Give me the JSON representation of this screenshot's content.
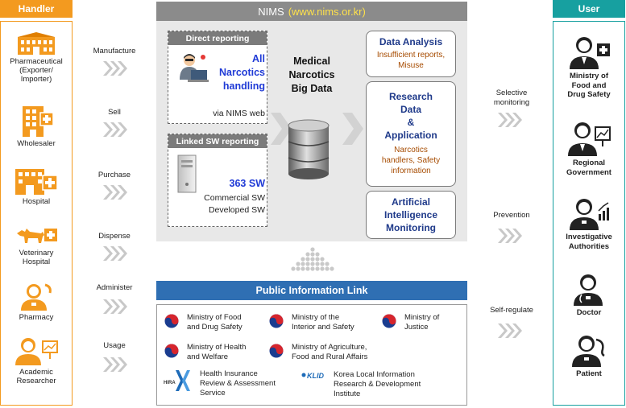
{
  "handler": {
    "title": "Handler",
    "items": [
      {
        "label": "Pharmaceutical\n(Exporter/\nImporter)"
      },
      {
        "label": "Wholesaler"
      },
      {
        "label": "Hospital"
      },
      {
        "label": "Veterinary\nHospital"
      },
      {
        "label": "Pharmacy"
      },
      {
        "label": "Academic\nResearcher"
      }
    ]
  },
  "handler_arrows": [
    "Manufacture",
    "Sell",
    "Purchase",
    "Dispense",
    "Administer",
    "Usage"
  ],
  "nims": {
    "title": "NIMS",
    "url": "(www.nims.or.kr)",
    "direct": {
      "heading": "Direct reporting",
      "main": "All\nNarcotics\nhandling",
      "sub": "via NIMS web"
    },
    "linked": {
      "heading": "Linked SW reporting",
      "main": "363 SW",
      "sub": "Commercial SW\nDeveloped SW"
    },
    "center_title": "Medical\nNarcotics\nBig Data",
    "analysis": {
      "title": "Data Analysis",
      "sub": "Insufficient reports,\nMisuse"
    },
    "research": {
      "title": "Research\nData\n&\nApplication",
      "sub": "Narcotics\nhandlers, Safety\ninformation"
    },
    "ai": {
      "title": "Artificial\nIntelligence\nMonitoring"
    }
  },
  "public_link": {
    "title": "Public Information Link",
    "agencies": [
      "Ministry of Food\nand Drug Safety",
      "Ministry of the\nInterior and Safety",
      "Ministry of\nJustice",
      "Ministry of Health\nand Welfare",
      "Ministry of Agriculture,\nFood and Rural Affairs",
      "Health Insurance\nReview & Assessment\nService",
      "Korea Local Information\nResearch & Development\nInstitute"
    ],
    "logos": {
      "hira": "HIRA",
      "klid": "KLID"
    }
  },
  "user_arrows": [
    "Selective\nmonitoring",
    "Prevention",
    "Self-regulate"
  ],
  "user": {
    "title": "User",
    "items": [
      {
        "label": "Ministry of\nFood and\nDrug Safety"
      },
      {
        "label": "Regional\nGovernment"
      },
      {
        "label": "Investigative\nAuthorities"
      },
      {
        "label": "Doctor"
      },
      {
        "label": "Patient"
      }
    ]
  },
  "colors": {
    "handler": "#f39a1f",
    "user": "#17a0a0",
    "nims_panel": "#e8e8e8",
    "public_link": "#2f6fb3",
    "accent_text": "#1f3a8a",
    "sub_text": "#a64b00"
  }
}
